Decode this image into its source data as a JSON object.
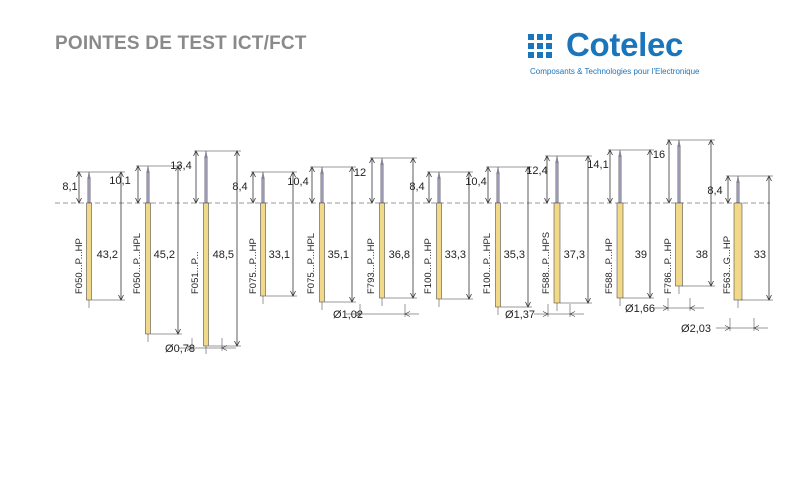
{
  "header": {
    "title": "POINTES DE TEST ICT/FCT"
  },
  "logo": {
    "name": "Cotelec",
    "tagline": "Composants & Technologies pour l'Electronique",
    "color": "#1b75bb"
  },
  "colors": {
    "barrel": "#f2d98a",
    "plunger": "#9a9ab6",
    "line": "#333333",
    "dashed": "#777777"
  },
  "probes": [
    {
      "model": "F050...P...HP",
      "tip": "8,1",
      "length": "43,2"
    },
    {
      "model": "F050...P...HPL",
      "tip": "10,1",
      "length": "45,2"
    },
    {
      "model": "F051...P...",
      "tip": "13,4",
      "length": "48,5"
    },
    {
      "model": "F075...P...HP",
      "tip": "8,4",
      "length": "33,1"
    },
    {
      "model": "F075...P...HPL",
      "tip": "10,4",
      "length": "35,1"
    },
    {
      "model": "F793...P...HP",
      "tip": "12",
      "length": "36,8"
    },
    {
      "model": "F100...P...HP",
      "tip": "8,4",
      "length": "33,3"
    },
    {
      "model": "F100...P...HPL",
      "tip": "10,4",
      "length": "35,3"
    },
    {
      "model": "F588...P...HPS",
      "tip": "12,4",
      "length": "37,3"
    },
    {
      "model": "F588...P...HP",
      "tip": "14,1",
      "length": "39"
    },
    {
      "model": "F786...P...HP",
      "tip": "16",
      "length": "38"
    },
    {
      "model": "F563...G...HP",
      "tip": "8,4",
      "length": "33"
    }
  ],
  "diameters": [
    {
      "label": "Ø0,78"
    },
    {
      "label": "Ø1,02"
    },
    {
      "label": "Ø1,37"
    },
    {
      "label": "Ø1,66"
    },
    {
      "label": "Ø2,03"
    }
  ]
}
